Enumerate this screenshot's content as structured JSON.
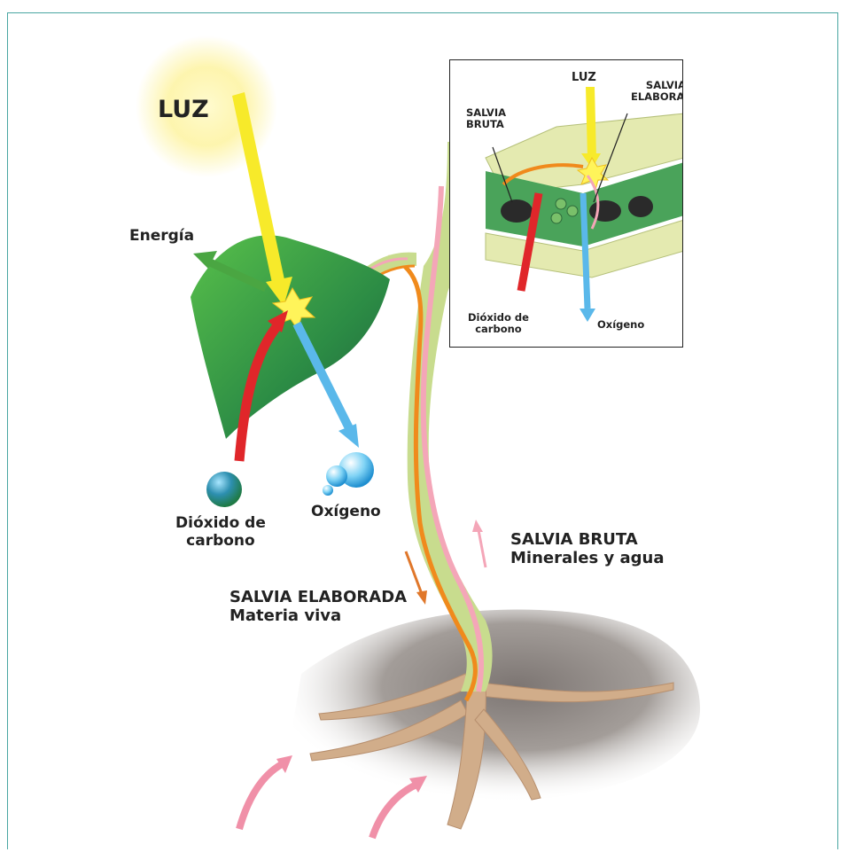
{
  "labels": {
    "luz": "LUZ",
    "energia": "Energía",
    "dioxido_line1": "Dióxido de",
    "dioxido_line2": "carbono",
    "oxigeno": "Oxígeno",
    "salvia_bruta_title": "SALVIA BRUTA",
    "salvia_bruta_desc": "Minerales y agua",
    "salvia_elaborada_title": "SALVIA ELABORADA",
    "salvia_elaborada_desc": "Materia viva"
  },
  "inset": {
    "luz": "LUZ",
    "salvia_elaborada_line1": "SALVIA",
    "salvia_elaborada_line2": "ELABORADA",
    "salvia_bruta_line1": "SALVIA",
    "salvia_bruta_line2": "BRUTA",
    "dioxido_line1": "Dióxido de",
    "dioxido_line2": "carbono",
    "oxigeno": "Oxígeno"
  },
  "colors": {
    "frame_border": "#49a6a2",
    "leaf_green": "#2f9a4a",
    "stem_green": "#c8dc8e",
    "sap_orange": "#f08a1c",
    "sap_pink": "#f4a6b8",
    "co2_red": "#e0262a",
    "oxygen_blue": "#5ab8ea",
    "light_yellow": "#f7ea2a",
    "soil_gray": "#8a8480",
    "root_tan": "#c9a583"
  }
}
